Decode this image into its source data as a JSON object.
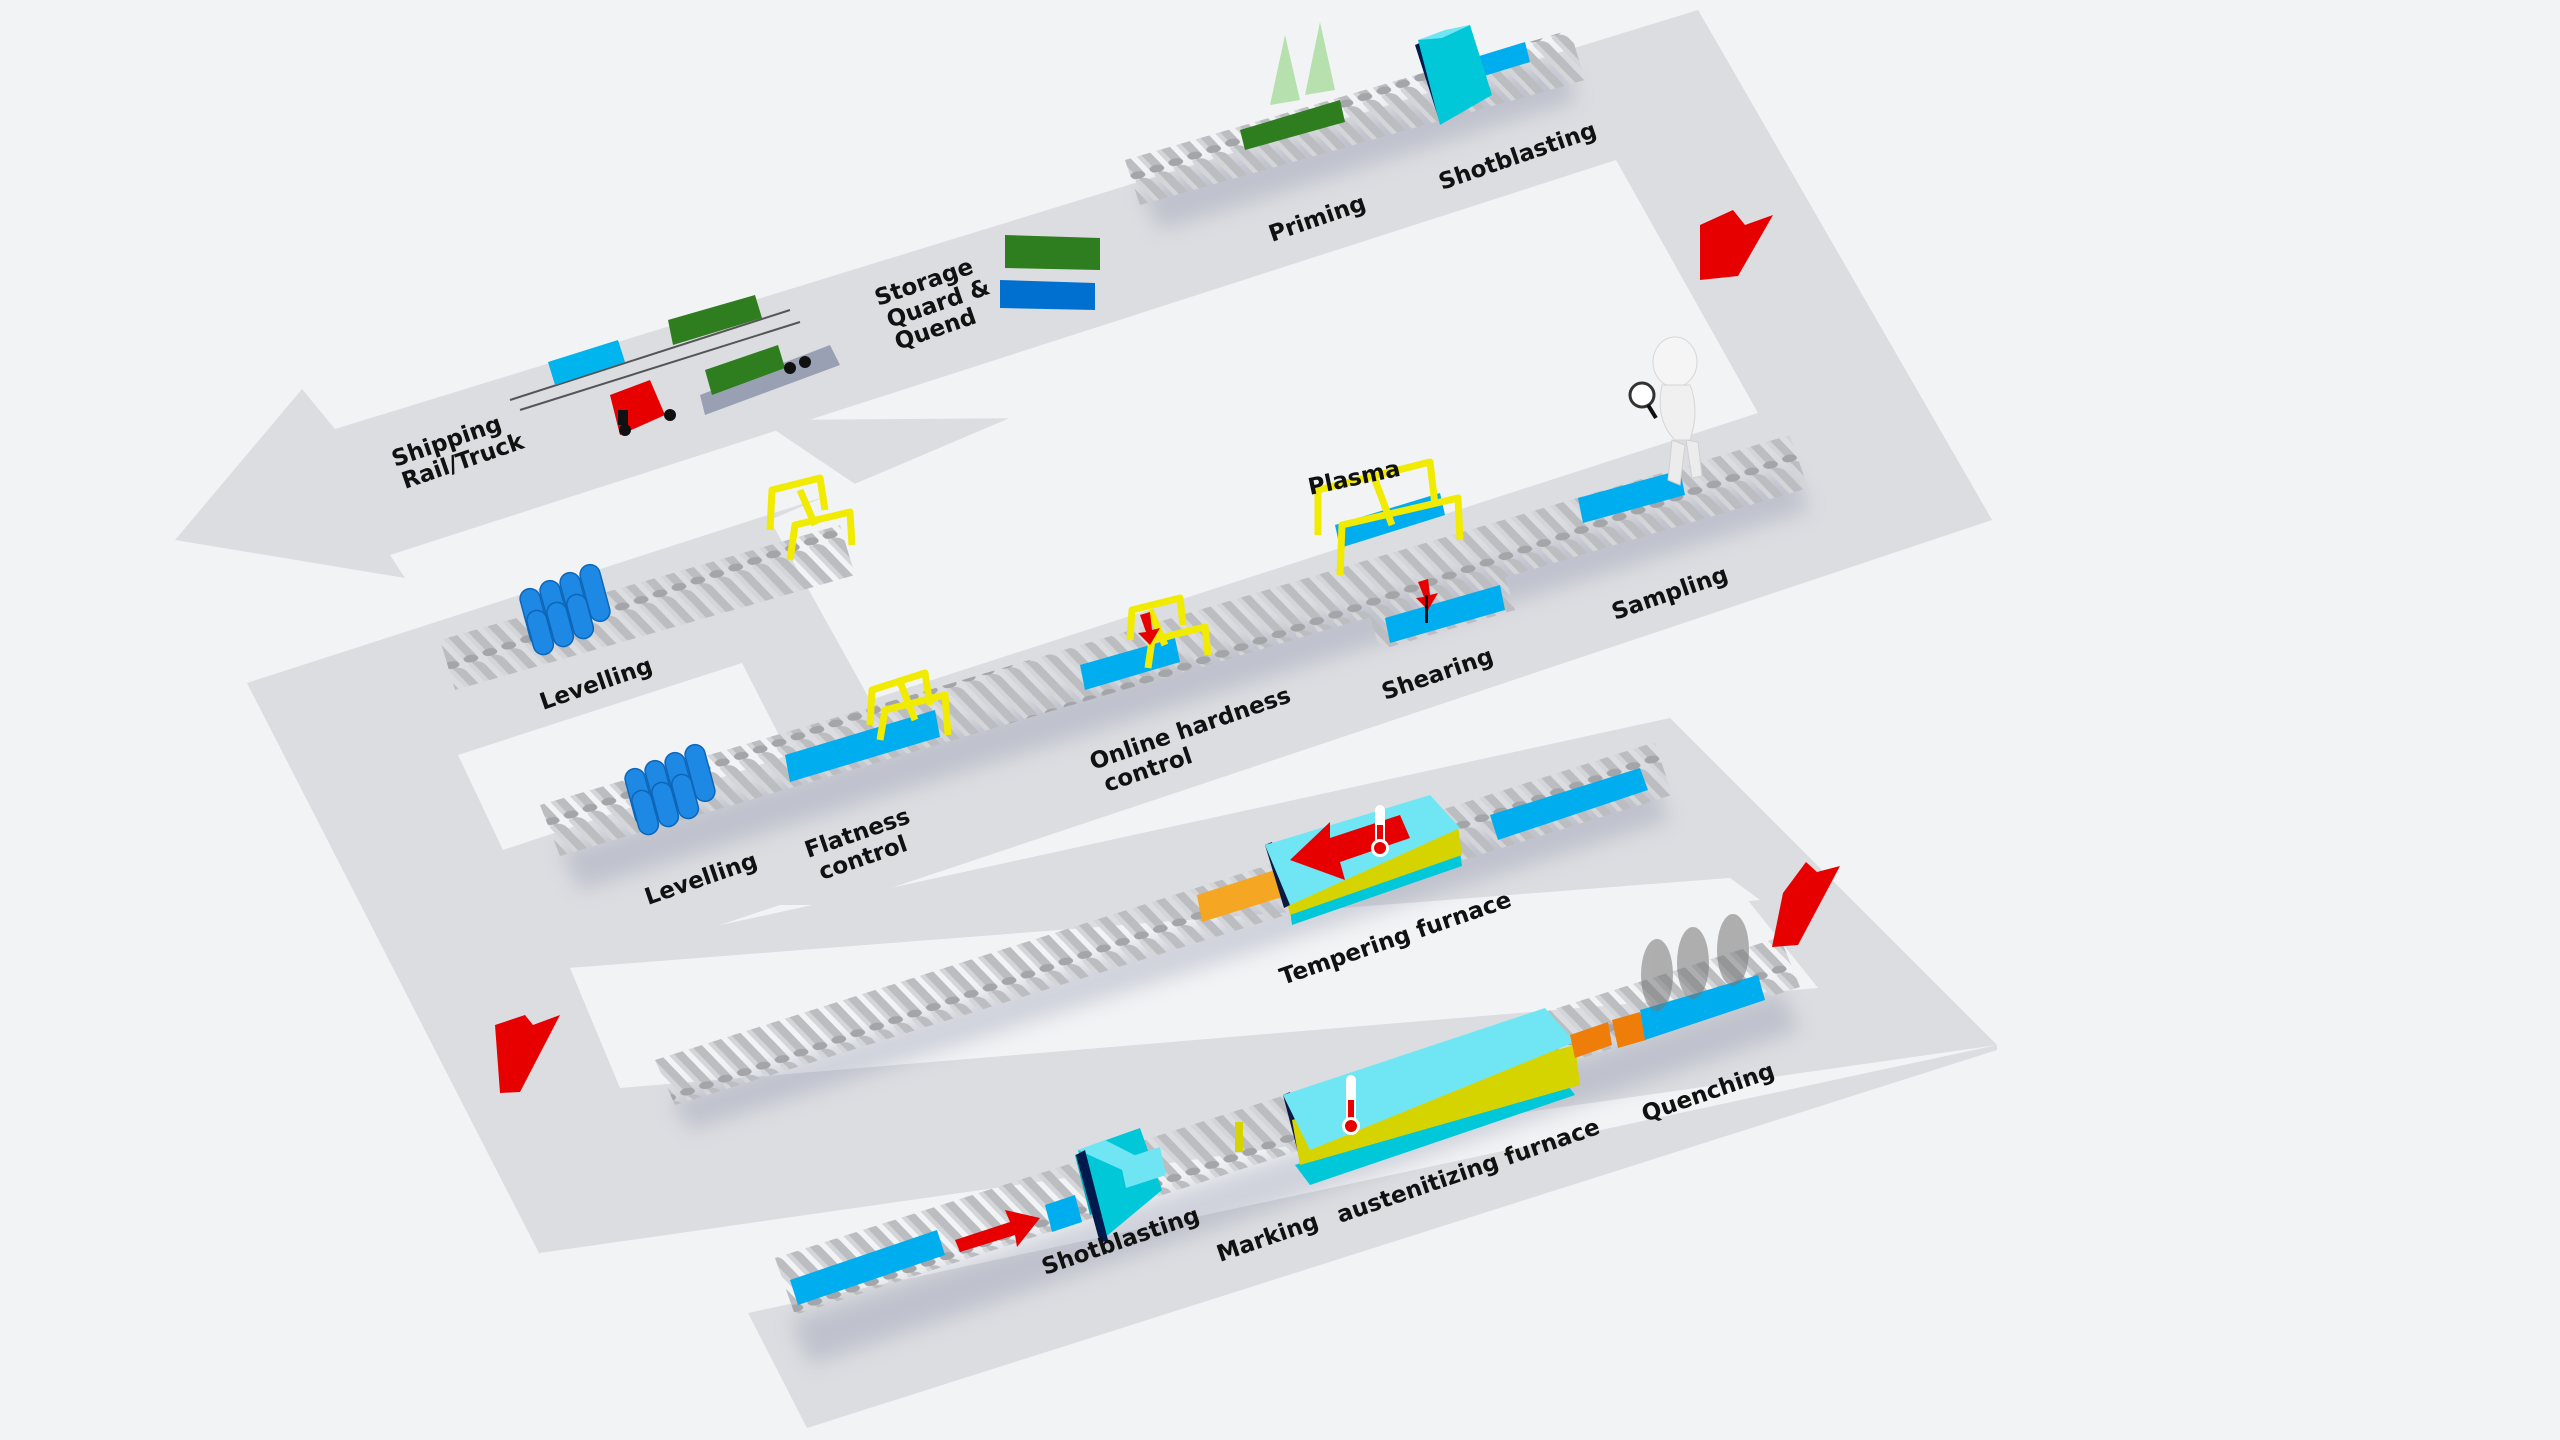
{
  "title": "Quenched & Tempered Steel Plate Process Line",
  "colors": {
    "background": "#f2f3f5",
    "floor": "#dcdde1",
    "plate": "#00aeef",
    "primed_plate": "#2e7d1e",
    "hot_plate": "#ef7d0a",
    "furnace": "#70e6f4",
    "flow_arrow": "#e60000",
    "gantry": "#f0eb00",
    "leveller_rolls": "#1e88e5"
  },
  "flow_direction": [
    "right (bottom line)",
    "up (right side)",
    "left (tempering line)",
    "up (left side)",
    "right (levelling/inspection line)",
    "up (right side)",
    "left (finishing/shipping)"
  ],
  "stations": {
    "shotblasting_in": "Shotblasting",
    "marking": "Marking",
    "austenitizing": "austenitizing furnace",
    "quenching": "Quenching",
    "tempering": "Tempering furnace",
    "levelling_1": "Levelling",
    "flatness": [
      "Flatness",
      "control"
    ],
    "hardness": [
      "Online hardness",
      "control"
    ],
    "shearing": "Shearing",
    "plasma": "Plasma",
    "sampling": "Sampling",
    "levelling_2": "Levelling",
    "shotblasting_out": "Shotblasting",
    "priming": "Priming",
    "storage": [
      "Storage",
      "Quard &",
      "Quend"
    ],
    "shipping": [
      "Shipping",
      "Rail/Truck"
    ]
  },
  "icons": {
    "flow_arrow": "red-arrow-icon",
    "shipping_arrow": "gray-arrow-icon",
    "thermometer": "thermometer-icon",
    "inspector": "inspector-with-magnifier-icon",
    "truck": "truck-icon",
    "rail_wagon": "rail-wagon-icon"
  }
}
